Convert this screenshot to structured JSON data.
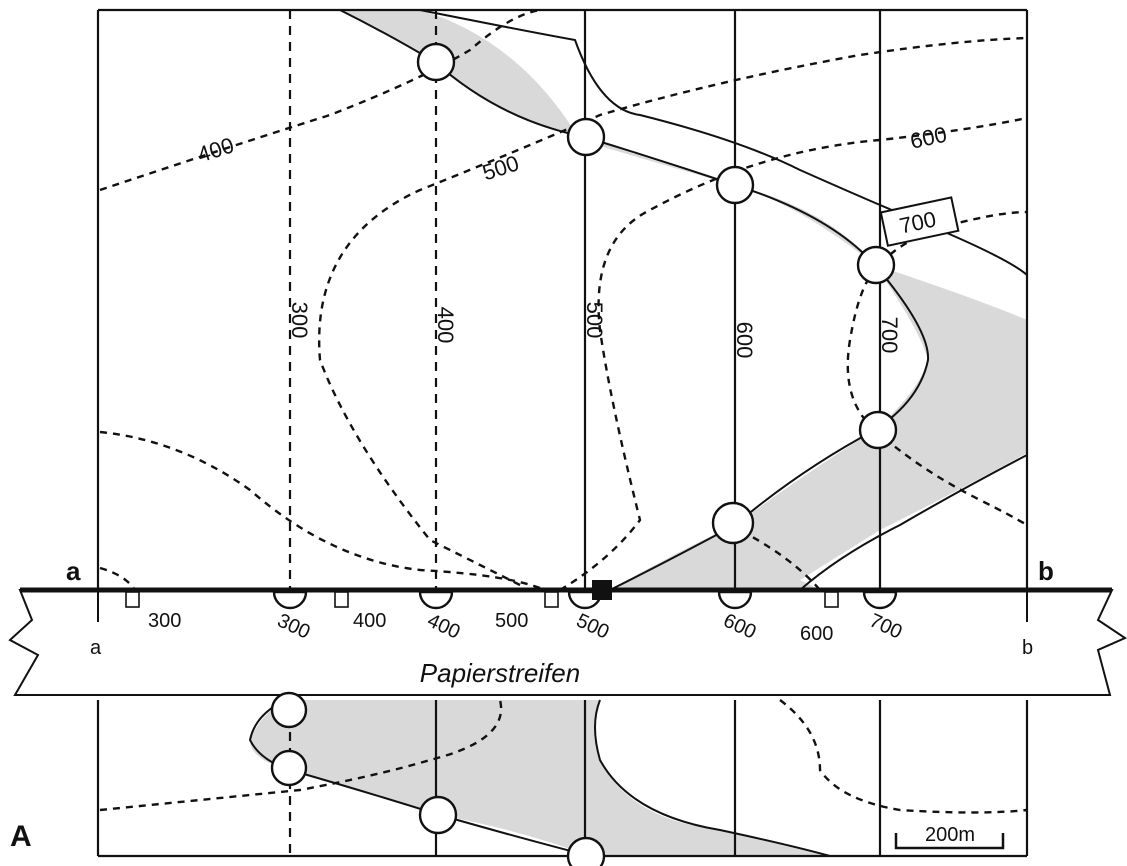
{
  "panel_label": "A",
  "profile": {
    "start_label": "a",
    "end_label": "b"
  },
  "map_contour_labels": {
    "left": "400",
    "middle": "500",
    "right": "600",
    "boxed": "700"
  },
  "strike_line_labels": [
    "300",
    "400",
    "500",
    "600",
    "700"
  ],
  "strip": {
    "title": "Papierstreifen",
    "start_label": "a",
    "end_label": "b",
    "contour_ticks": [
      "300",
      "400",
      "500",
      "600"
    ],
    "boundary_ticks": [
      "300",
      "400",
      "500",
      "600",
      "700"
    ]
  },
  "scale_bar": {
    "label": "200m"
  }
}
